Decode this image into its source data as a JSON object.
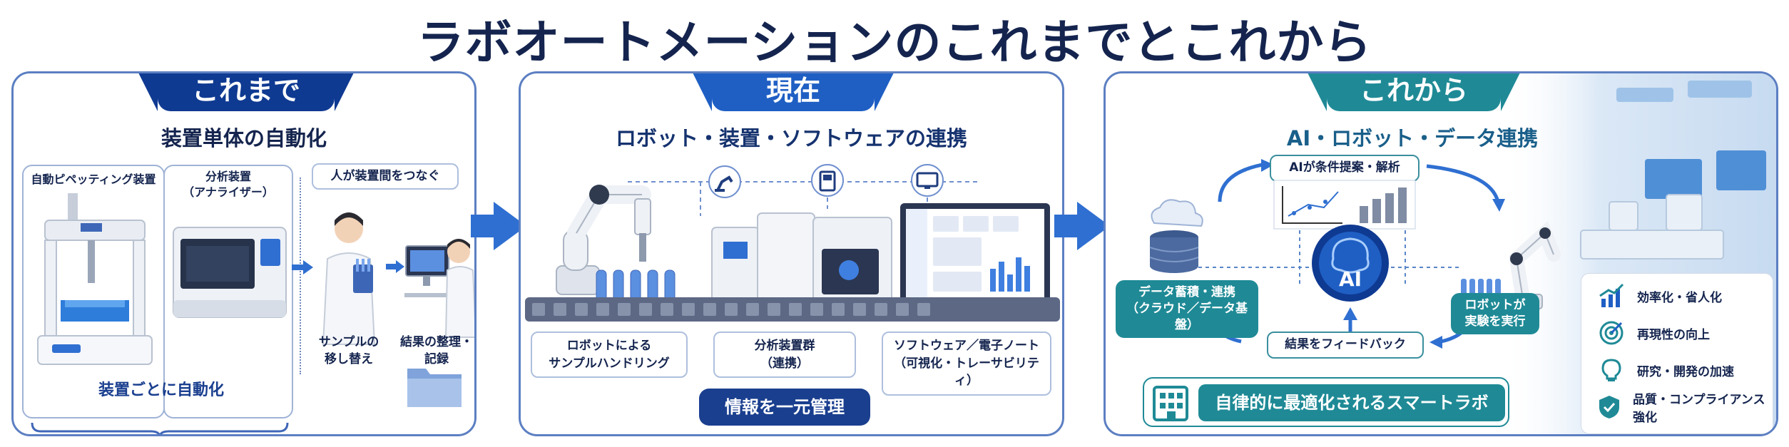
{
  "title": "ラボオートメーションのこれまでとこれから",
  "panel1": {
    "tab": "これまで",
    "subtitle": "装置単体の自動化",
    "device1": "自動ピペッティング装置",
    "device2_line1": "分析装置",
    "device2_line2": "（アナライザー）",
    "callout": "人が装置間をつなぐ",
    "person1_line1": "サンプルの",
    "person1_line2": "移し替え",
    "person2_line1": "結果の整理・",
    "person2_line2": "記録",
    "footer": "装置ごとに自動化"
  },
  "panel2": {
    "tab": "現在",
    "subtitle": "ロボット・装置・ソフトウェアの連携",
    "card1_line1": "ロボットによる",
    "card1_line2": "サンプルハンドリング",
    "card2_line1": "分析装置群",
    "card2_line2": "（連携）",
    "card3_line1": "ソフトウェア／電子ノート",
    "card3_line2": "（可視化・トレーサビリティ）",
    "highlight": "情報を一元管理"
  },
  "panel3": {
    "tab": "これから",
    "subtitle": "AI・ロボット・データ連携",
    "ai_proposal": "AIが条件提案・解析",
    "data_line1": "データ蓄積・連携",
    "data_line2": "（クラウド／データ基盤）",
    "robot_line1": "ロボットが",
    "robot_line2": "実験を実行",
    "feedback": "結果をフィードバック",
    "ai_label": "AI",
    "highlight": "自律的に最適化されるスマートラボ",
    "benefits": [
      "効率化・省人化",
      "再現性の向上",
      "研究・開発の加速",
      "品質・コンプライアンス強化"
    ]
  },
  "colors": {
    "navy": "#14244e",
    "blue": "#1f5fc4",
    "teal": "#1f8a96",
    "dark_tab": "#0f3a92"
  }
}
